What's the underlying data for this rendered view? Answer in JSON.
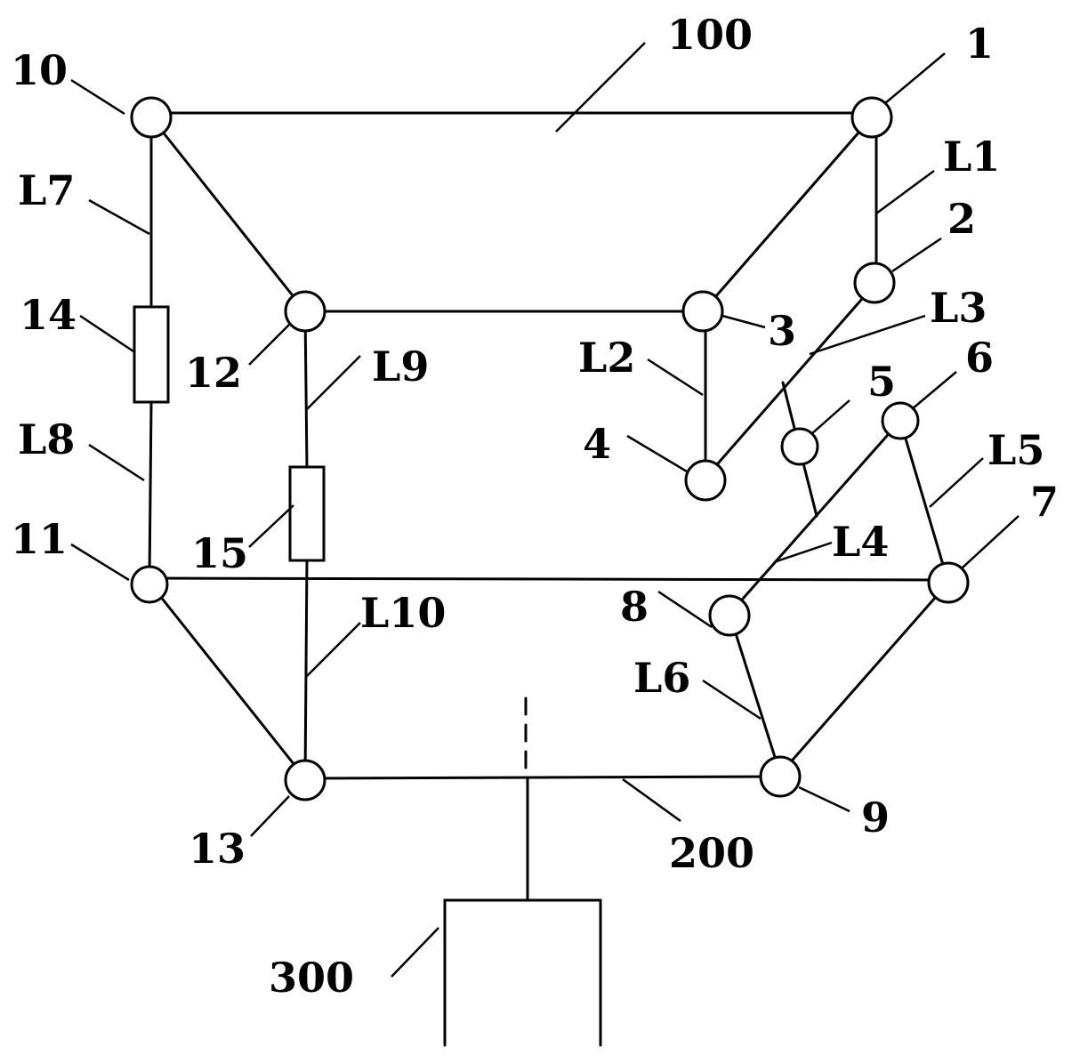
{
  "labels": {
    "ref_100": "100",
    "ref_200": "200",
    "ref_300": "300",
    "n1": "1",
    "n2": "2",
    "n3": "3",
    "n4": "4",
    "n5": "5",
    "n6": "6",
    "n7": "7",
    "n8": "8",
    "n9": "9",
    "n10": "10",
    "n11": "11",
    "n12": "12",
    "n13": "13",
    "n14": "14",
    "n15": "15",
    "L1": "L1",
    "L2": "L2",
    "L3": "L3",
    "L4": "L4",
    "L5": "L5",
    "L6": "L6",
    "L7": "L7",
    "L8": "L8",
    "L9": "L9",
    "L10": "L10"
  }
}
